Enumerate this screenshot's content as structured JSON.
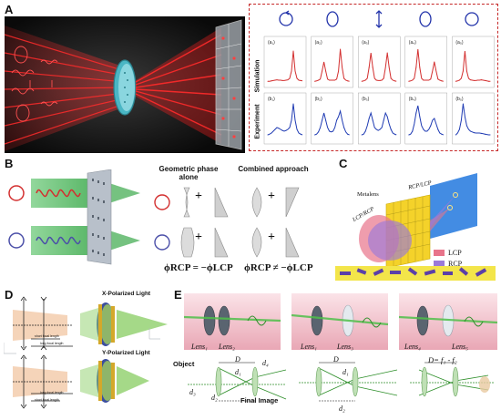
{
  "panels": {
    "a": {
      "label": "A",
      "row_simulation": "Simulation",
      "row_experiment": "Experiment",
      "sim_tags": [
        "(a₁)",
        "(a₂)",
        "(a₃)",
        "(a₄)",
        "(a₅)"
      ],
      "exp_tags": [
        "(b₁)",
        "(b₂)",
        "(b₃)",
        "(b₄)",
        "(b₅)"
      ],
      "sim_profiles": [
        [
          0.02,
          0.02,
          0.03,
          0.04,
          0.05,
          0.06,
          0.05,
          0.05,
          0.04,
          0.04,
          0.05,
          0.06,
          0.1,
          0.3,
          0.85,
          0.3,
          0.1,
          0.05,
          0.04,
          0.03
        ],
        [
          0.02,
          0.03,
          0.05,
          0.08,
          0.3,
          0.55,
          0.3,
          0.08,
          0.05,
          0.05,
          0.05,
          0.05,
          0.08,
          0.3,
          0.9,
          0.4,
          0.1,
          0.05,
          0.03,
          0.02
        ],
        [
          0.02,
          0.03,
          0.05,
          0.1,
          0.4,
          0.8,
          0.4,
          0.1,
          0.05,
          0.04,
          0.04,
          0.05,
          0.1,
          0.4,
          0.8,
          0.4,
          0.1,
          0.05,
          0.03,
          0.02
        ],
        [
          0.02,
          0.03,
          0.05,
          0.1,
          0.4,
          0.9,
          0.4,
          0.1,
          0.05,
          0.05,
          0.05,
          0.05,
          0.08,
          0.3,
          0.55,
          0.3,
          0.08,
          0.05,
          0.03,
          0.02
        ],
        [
          0.02,
          0.03,
          0.05,
          0.1,
          0.3,
          0.85,
          0.3,
          0.1,
          0.06,
          0.05,
          0.04,
          0.04,
          0.05,
          0.05,
          0.06,
          0.05,
          0.04,
          0.03,
          0.02,
          0.02
        ]
      ],
      "exp_profiles": [
        [
          0.1,
          0.12,
          0.15,
          0.2,
          0.25,
          0.3,
          0.28,
          0.25,
          0.22,
          0.2,
          0.22,
          0.25,
          0.3,
          0.5,
          0.95,
          0.5,
          0.25,
          0.15,
          0.12,
          0.1
        ],
        [
          0.1,
          0.12,
          0.18,
          0.3,
          0.5,
          0.7,
          0.5,
          0.3,
          0.2,
          0.18,
          0.2,
          0.3,
          0.5,
          0.6,
          0.75,
          0.5,
          0.3,
          0.18,
          0.12,
          0.1
        ],
        [
          0.1,
          0.12,
          0.2,
          0.35,
          0.55,
          0.7,
          0.5,
          0.3,
          0.25,
          0.22,
          0.25,
          0.3,
          0.5,
          0.7,
          0.6,
          0.4,
          0.25,
          0.15,
          0.12,
          0.1
        ],
        [
          0.1,
          0.12,
          0.2,
          0.4,
          0.7,
          0.9,
          0.6,
          0.35,
          0.25,
          0.2,
          0.2,
          0.25,
          0.35,
          0.5,
          0.55,
          0.4,
          0.25,
          0.15,
          0.12,
          0.1
        ],
        [
          0.1,
          0.15,
          0.25,
          0.5,
          0.95,
          0.6,
          0.35,
          0.25,
          0.2,
          0.18,
          0.16,
          0.15,
          0.15,
          0.15,
          0.14,
          0.13,
          0.12,
          0.11,
          0.1,
          0.1
        ]
      ]
    },
    "b": {
      "label": "B",
      "col1_header": "Geometric phase alone",
      "col2_header": "Combined approach",
      "plus": "+",
      "formula_left": "ϕRCP = −ϕLCP",
      "formula_right": "ϕRCP ≠ −ϕLCP"
    },
    "c": {
      "label": "C",
      "metalens": "Metalens",
      "lcp_rcp": "LCP/RCP",
      "rcp_lcp": "RCP/LCP",
      "legend": [
        "LCP",
        "RCP"
      ],
      "colors": {
        "lcp": "#e8748a",
        "rcp": "#9b7ad8",
        "stripe_bg": "#f3e54a",
        "stripe_bar": "#5b3fa8"
      }
    },
    "d": {
      "label": "D",
      "x_light": "X-Polarized Light",
      "y_light": "Y-Polarized Light",
      "short_focal": "short focal length",
      "long_focal": "long focal length"
    },
    "e": {
      "label": "E",
      "lens_labels": [
        "Lens₁",
        "Lens₂",
        "Lens₁",
        "Lens₃",
        "Lens₄",
        "Lens₅"
      ],
      "object": "Object",
      "final_image": "Final Image",
      "D": "D",
      "d1": "d₁",
      "d2": "d₂",
      "d3": "d₃",
      "d4": "d₄",
      "d_formula": "D= f₁ - f₂"
    }
  }
}
